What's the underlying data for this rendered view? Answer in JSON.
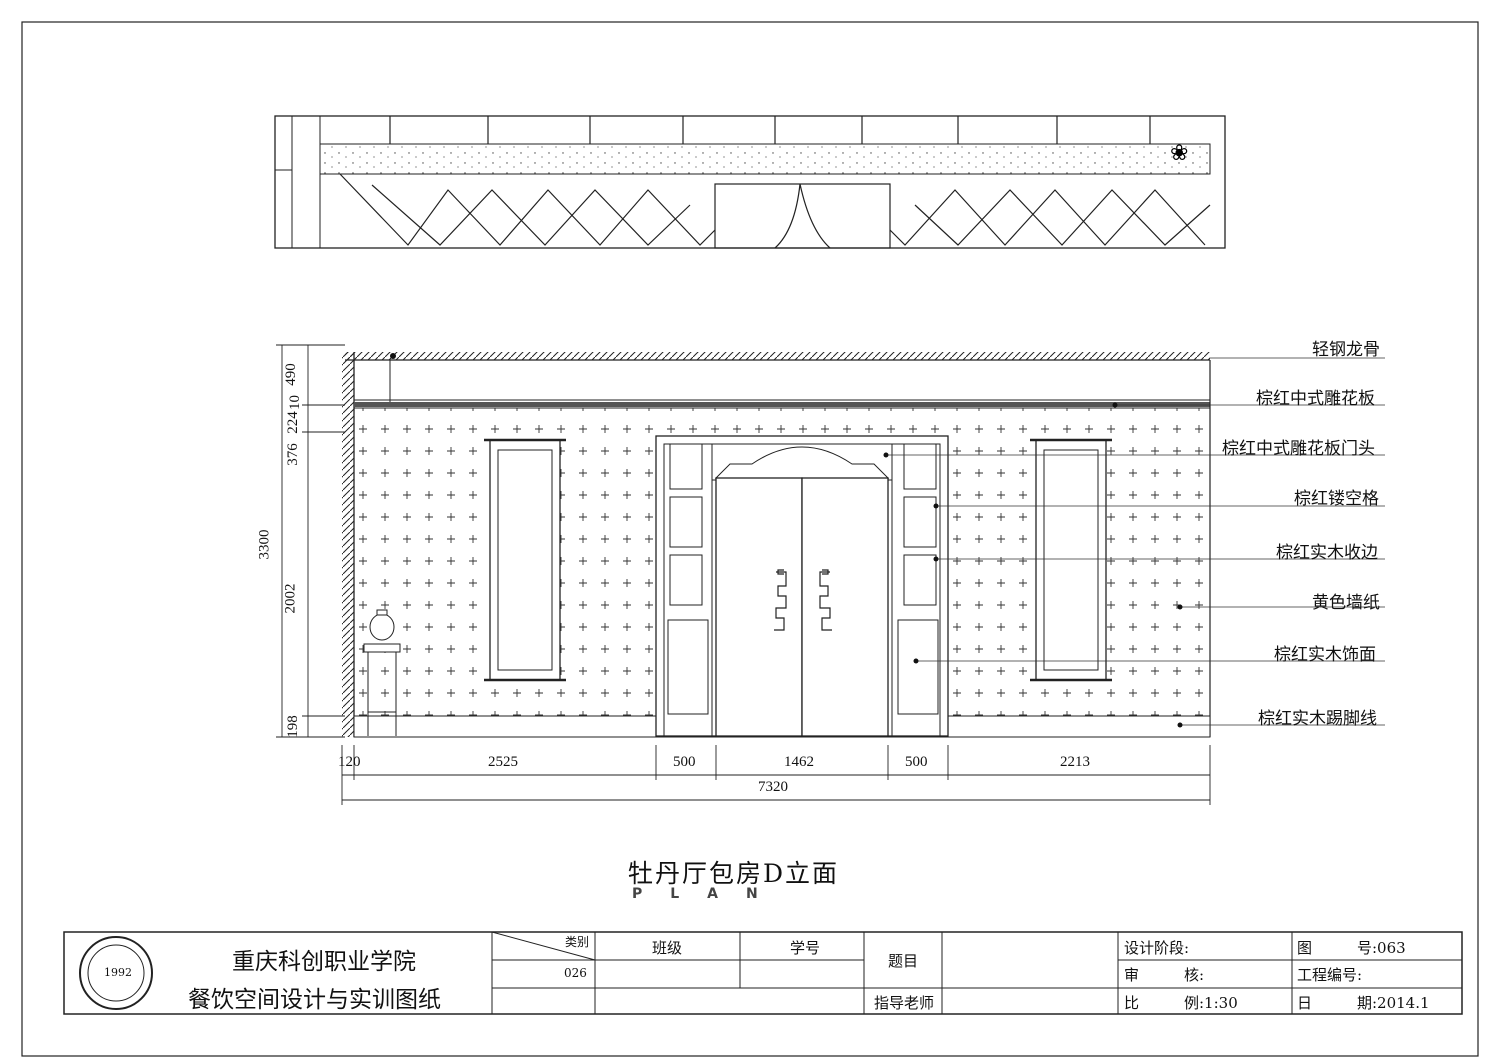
{
  "drawing": {
    "title": "牡丹厅包房D立面",
    "subtitle": "PLAN",
    "callouts": [
      "轻钢龙骨",
      "棕红中式雕花板",
      "棕红中式雕花板门头",
      "棕红镂空格",
      "棕红实木收边",
      "黄色墙纸",
      "棕红实木饰面",
      "棕红实木踢脚线"
    ],
    "dims_horizontal": [
      "120",
      "2525",
      "500",
      "1462",
      "500",
      "2213"
    ],
    "dim_total": "7320",
    "dims_vertical": [
      "490",
      "10",
      "224",
      "376",
      "2002",
      "198"
    ],
    "dim_height": "3300"
  },
  "title_block": {
    "school_name": "重庆科创职业学院",
    "drawing_set": "餐饮空间设计与实训图纸",
    "category_label": "类别",
    "category_value": "026",
    "class_label": "班级",
    "student_id_label": "学号",
    "topic_label": "题目",
    "advisor_label": "指导老师",
    "design_stage_label": "设计阶段:",
    "review_label": "审　　　核:",
    "scale_label": "比　　　例:1:30",
    "drawing_no_label": "图　　　号:063",
    "project_no_label": "工程编号:",
    "date_label": "日　　　期:2014.1",
    "seal_year": "1992"
  }
}
